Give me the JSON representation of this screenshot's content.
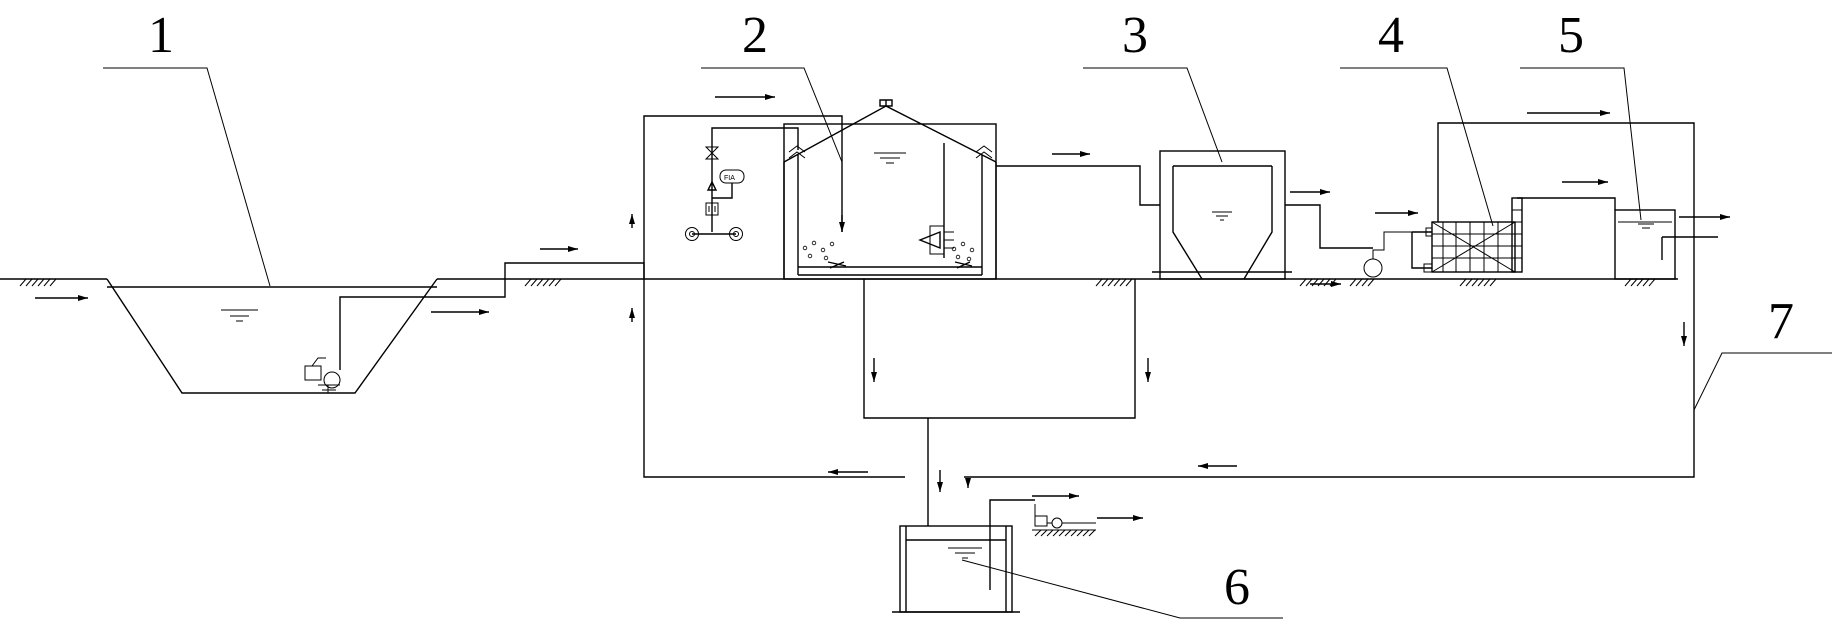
{
  "labels": [
    "1",
    "2",
    "3",
    "4",
    "5",
    "6",
    "7"
  ],
  "instrument_tag": "FIA"
}
